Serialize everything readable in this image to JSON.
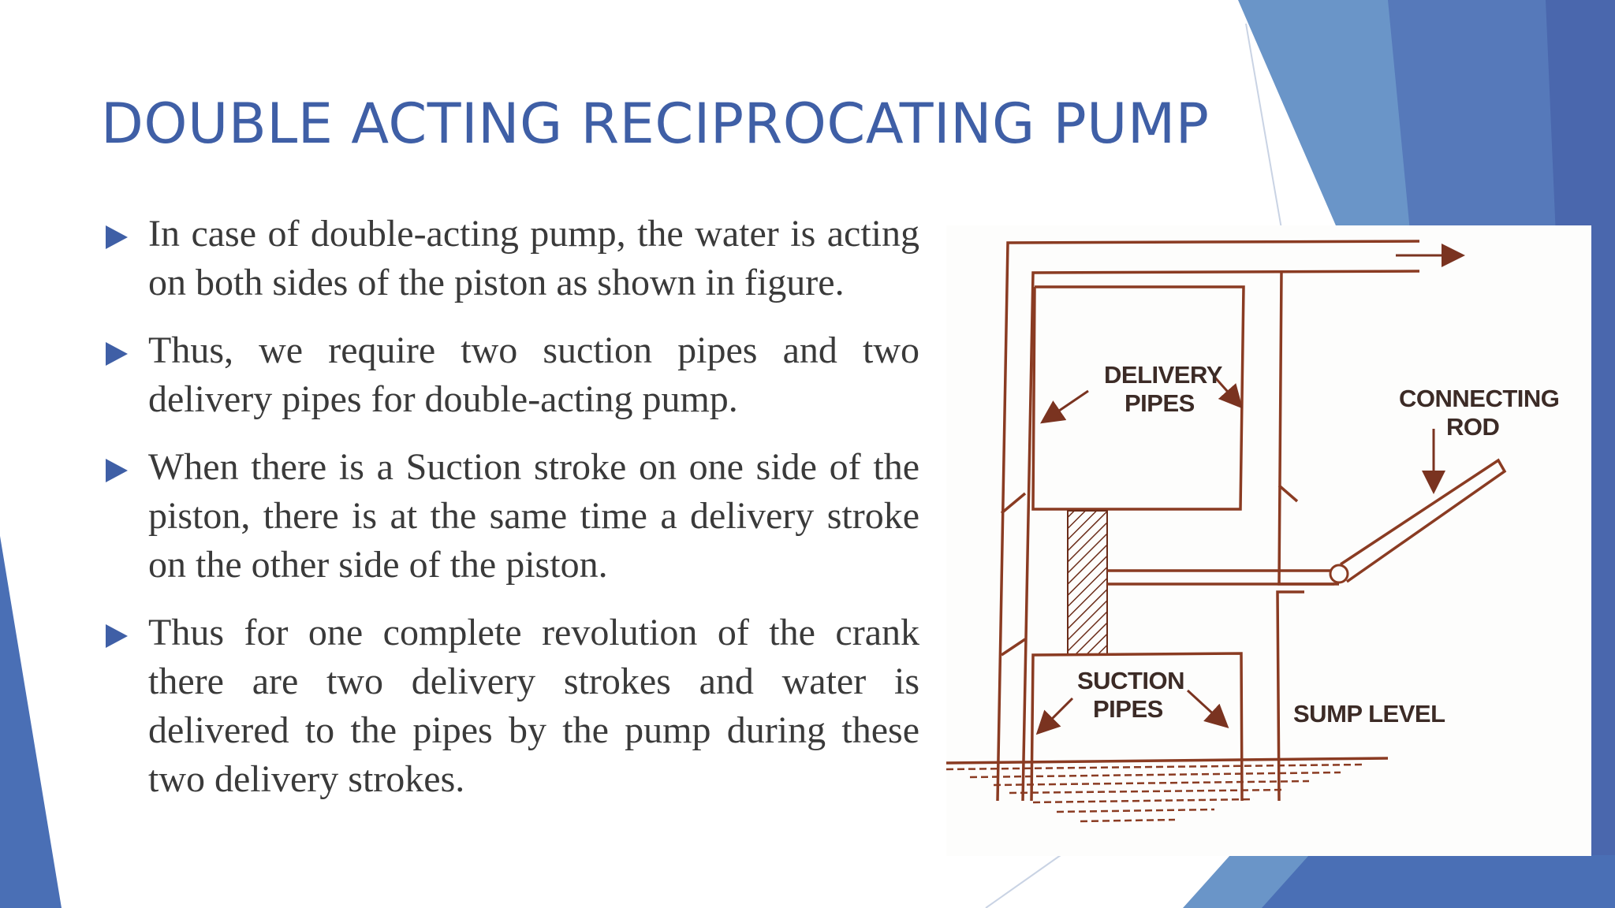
{
  "slide": {
    "title": "DOUBLE ACTING RECIPROCATING PUMP",
    "bullets": [
      "In case of double-acting pump, the water is acting on both sides of the piston as shown in figure.",
      "Thus, we require two suction pipes and two delivery pipes for double-acting pump.",
      "When there is a Suction stroke on one side of the piston, there is at the same time a delivery stroke on the other side of the piston.",
      "Thus for one complete revolution of the crank there are two delivery strokes and water is delivered to the pipes by the pump during these two delivery strokes."
    ],
    "colors": {
      "title": "#3f5fa6",
      "accent_blue": "#4a6fb5",
      "light_blue": "#6a95c8",
      "diagram_line": "#8a3b22",
      "body_text": "#3a3a3a"
    }
  },
  "figure": {
    "labels": {
      "delivery_line1": "DELIVERY",
      "delivery_line2": "PIPES",
      "connecting_line1": "CONNECTING",
      "connecting_line2": "ROD",
      "suction_line1": "SUCTION",
      "suction_line2": "PIPES",
      "sump": "SUMP LEVEL"
    }
  }
}
